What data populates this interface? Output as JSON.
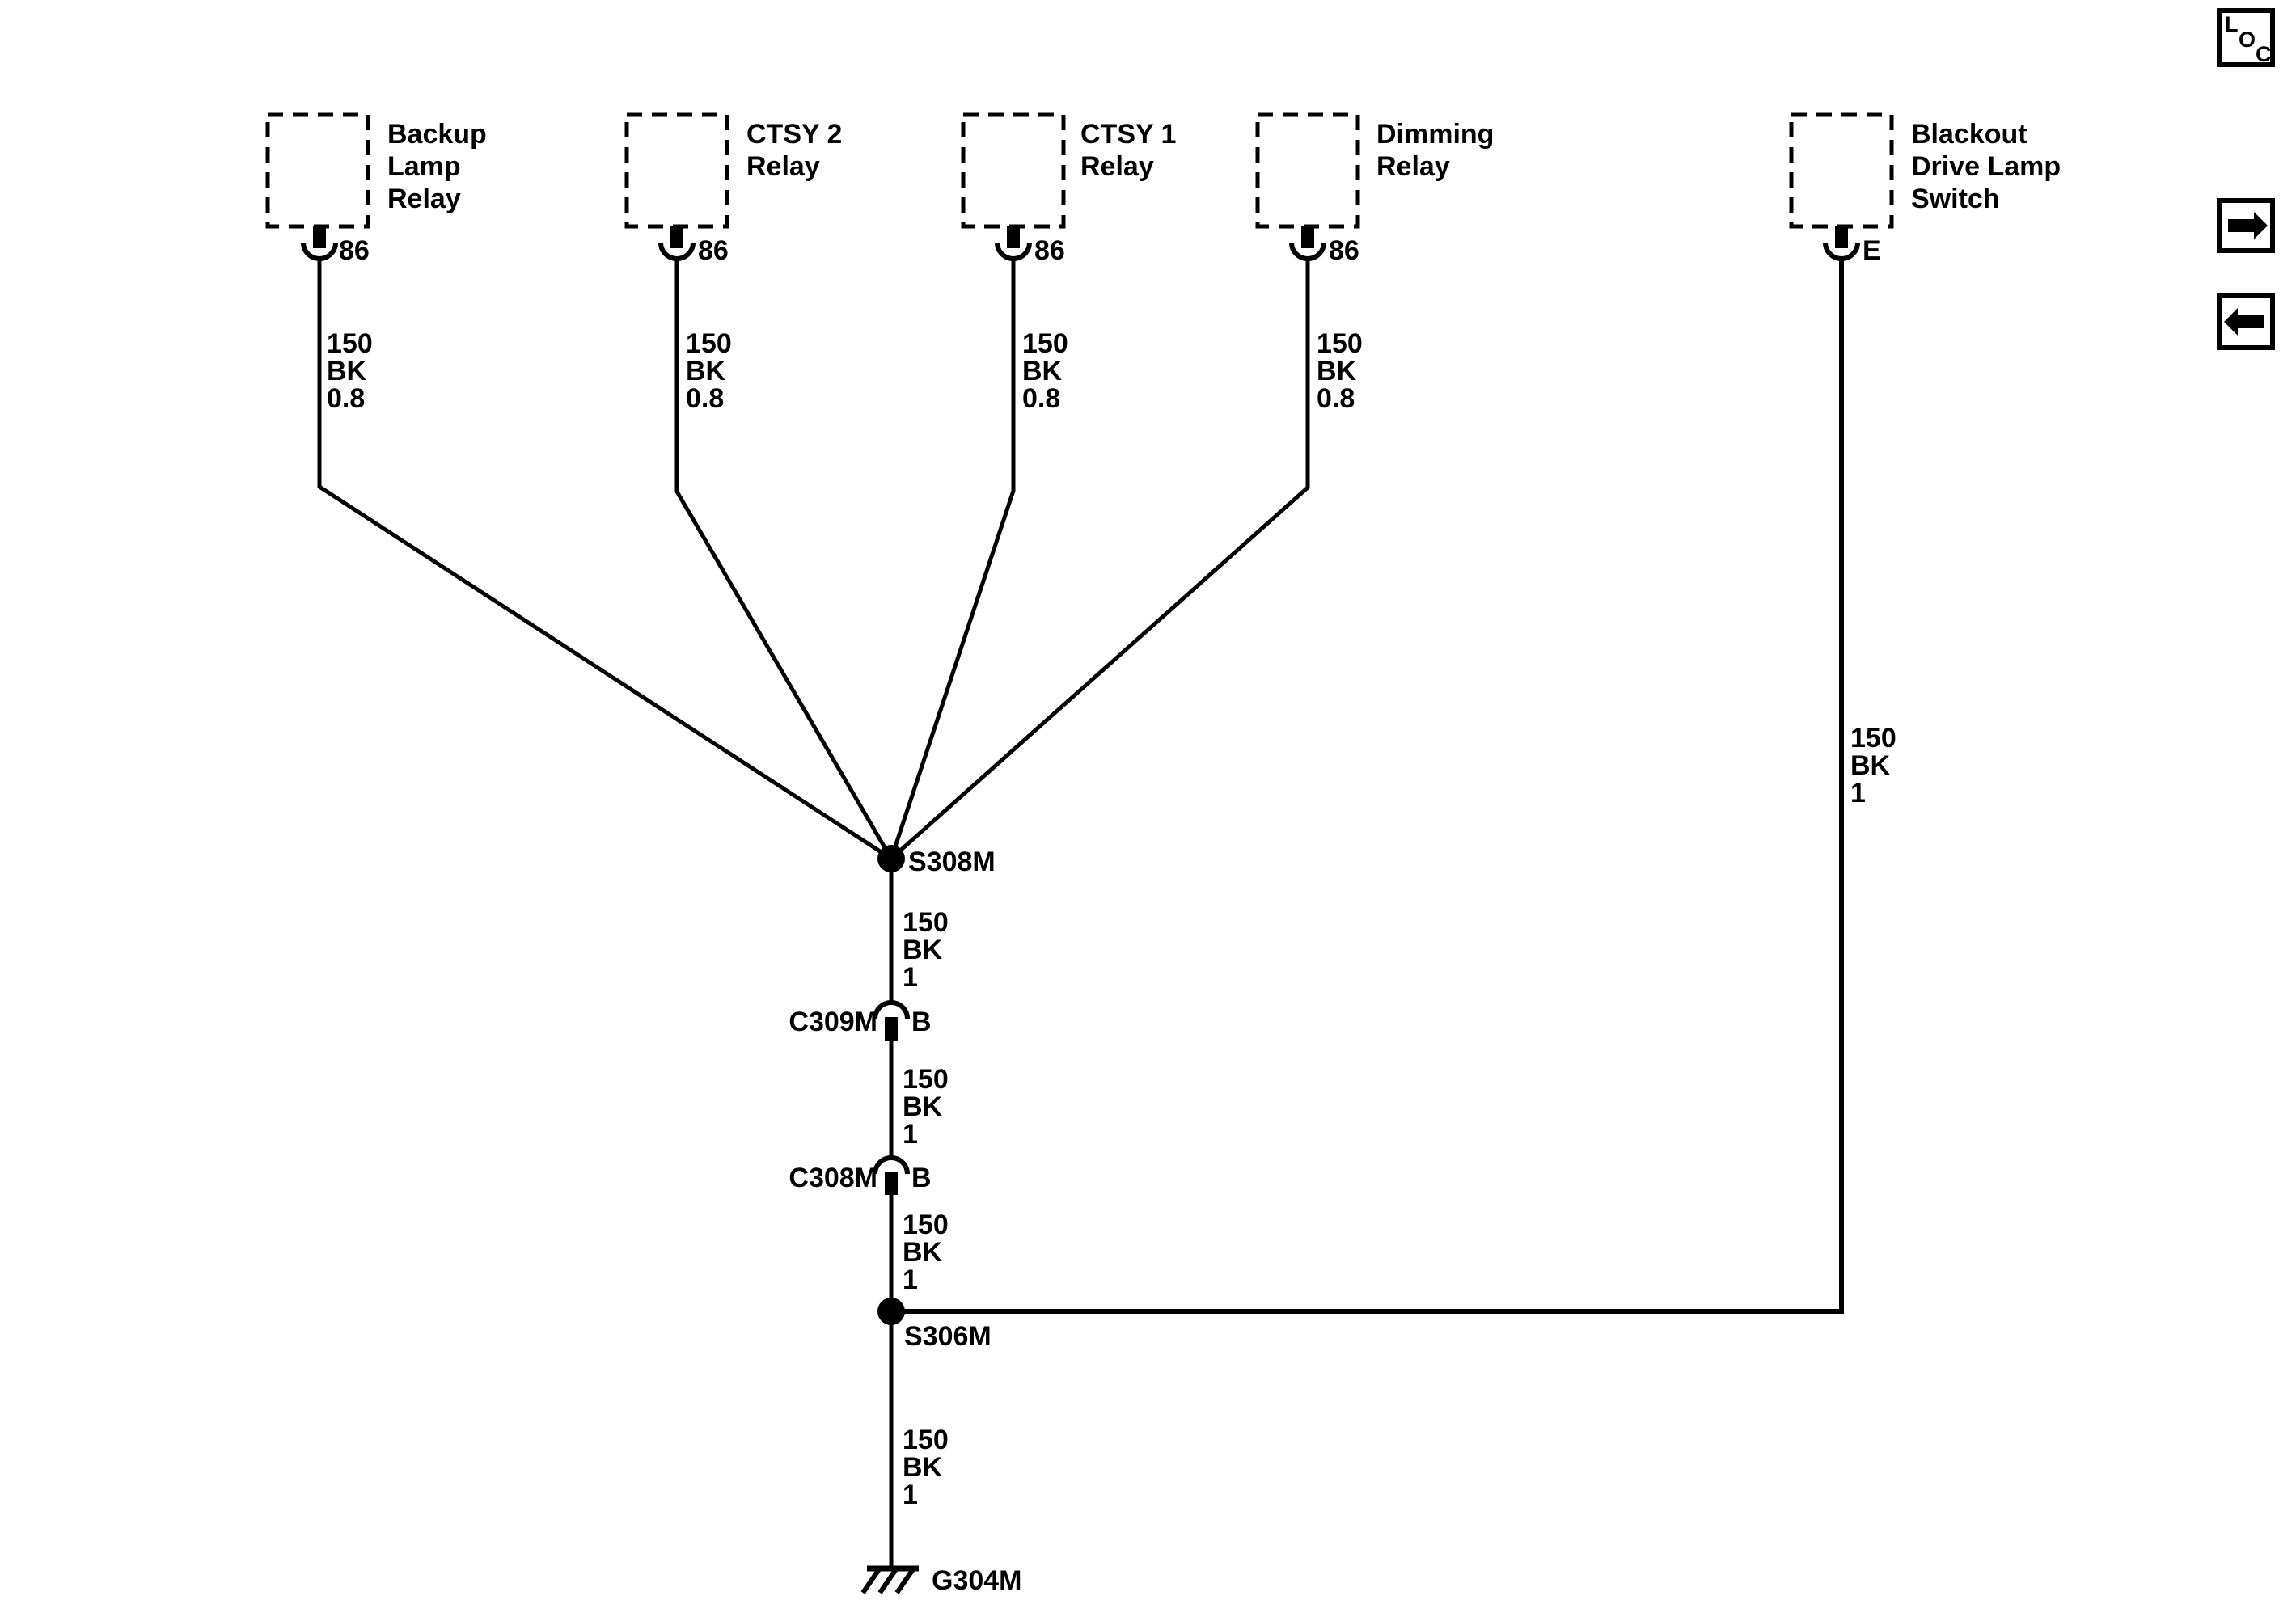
{
  "viewer": {
    "loc_button_letters": [
      "L",
      "O",
      "C"
    ],
    "ink_hex": "#000000",
    "background_hex": "#ffffff"
  },
  "diagram": {
    "components": [
      {
        "name": "Backup Lamp Relay",
        "label": "Backup\nLamp\nRelay",
        "terminal": "86",
        "wire_label": "150\nBK\n0.8"
      },
      {
        "name": "CTSY 2 Relay",
        "label": "CTSY 2\nRelay",
        "terminal": "86",
        "wire_label": "150\nBK\n0.8"
      },
      {
        "name": "CTSY 1 Relay",
        "label": "CTSY 1\nRelay",
        "terminal": "86",
        "wire_label": "150\nBK\n0.8"
      },
      {
        "name": "Dimming Relay",
        "label": "Dimming\nRelay",
        "terminal": "86",
        "wire_label": "150\nBK\n0.8"
      },
      {
        "name": "Blackout Drive Lamp Switch",
        "label": "Blackout\nDrive Lamp\nSwitch",
        "terminal": "E",
        "wire_label": "150\nBK\n1"
      }
    ],
    "splices": [
      {
        "label": "S308M"
      },
      {
        "label": "S306M"
      }
    ],
    "inline_connectors": [
      {
        "label": "C309M",
        "terminal": "B"
      },
      {
        "label": "C308M",
        "terminal": "B"
      }
    ],
    "trunk_wire_labels": [
      "150\nBK\n1",
      "150\nBK\n1",
      "150\nBK\n1",
      "150\nBK\n1"
    ],
    "ground": {
      "label": "G304M"
    }
  }
}
